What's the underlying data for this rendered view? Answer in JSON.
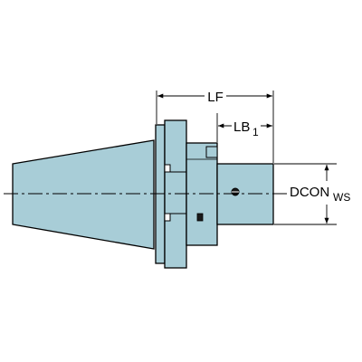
{
  "drawing": {
    "body_color": "#a8cdd7",
    "outline_color": "#000000",
    "background": "#ffffff"
  },
  "dimensions": {
    "lf": {
      "label": "LF"
    },
    "lb": {
      "label": "LB",
      "subscript": "1"
    },
    "dcon": {
      "label": "DCON",
      "subscript": "WS"
    }
  }
}
